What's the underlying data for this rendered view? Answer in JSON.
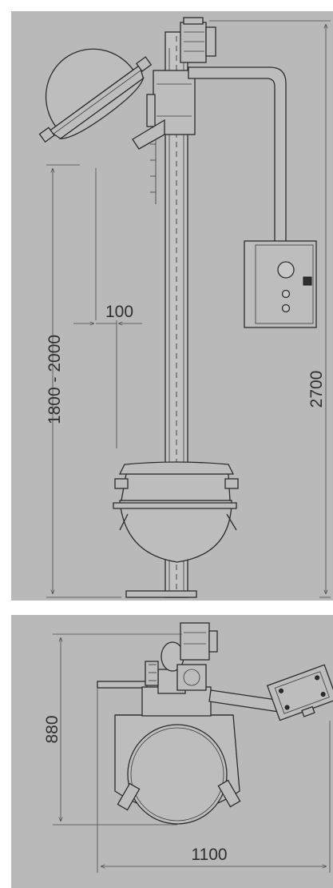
{
  "background_color": "#b9b9b9",
  "line_color": "#2b2b2b",
  "dimensions": {
    "height_range": "1800 - 2000",
    "offset": "100",
    "total_height": "2700",
    "depth": "880",
    "width": "1100"
  }
}
